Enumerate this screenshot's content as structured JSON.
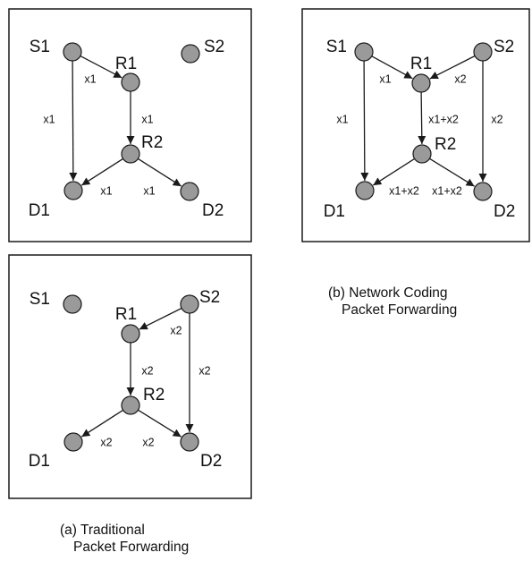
{
  "panels": [
    {
      "key": "a_top",
      "nodes": [
        {
          "id": "S1",
          "label": "S1"
        },
        {
          "id": "S2",
          "label": "S2"
        },
        {
          "id": "R1",
          "label": "R1"
        },
        {
          "id": "R2",
          "label": "R2"
        },
        {
          "id": "D1",
          "label": "D1"
        },
        {
          "id": "D2",
          "label": "D2"
        }
      ],
      "edges": [
        {
          "from": "S1",
          "to": "R1",
          "label": "x1"
        },
        {
          "from": "S1",
          "to": "D1",
          "label": "x1"
        },
        {
          "from": "R1",
          "to": "R2",
          "label": "x1"
        },
        {
          "from": "R2",
          "to": "D1",
          "label": "x1"
        },
        {
          "from": "R2",
          "to": "D2",
          "label": "x1"
        }
      ]
    },
    {
      "key": "b",
      "nodes": [
        {
          "id": "S1",
          "label": "S1"
        },
        {
          "id": "S2",
          "label": "S2"
        },
        {
          "id": "R1",
          "label": "R1"
        },
        {
          "id": "R2",
          "label": "R2"
        },
        {
          "id": "D1",
          "label": "D1"
        },
        {
          "id": "D2",
          "label": "D2"
        }
      ],
      "edges": [
        {
          "from": "S1",
          "to": "R1",
          "label": "x1"
        },
        {
          "from": "S2",
          "to": "R1",
          "label": "x2"
        },
        {
          "from": "S1",
          "to": "D1",
          "label": "x1"
        },
        {
          "from": "S2",
          "to": "D2",
          "label": "x2"
        },
        {
          "from": "R1",
          "to": "R2",
          "label": "x1+x2"
        },
        {
          "from": "R2",
          "to": "D1",
          "label": "x1+x2"
        },
        {
          "from": "R2",
          "to": "D2",
          "label": "x1+x2"
        }
      ]
    },
    {
      "key": "a_bottom",
      "nodes": [
        {
          "id": "S1",
          "label": "S1"
        },
        {
          "id": "S2",
          "label": "S2"
        },
        {
          "id": "R1",
          "label": "R1"
        },
        {
          "id": "R2",
          "label": "R2"
        },
        {
          "id": "D1",
          "label": "D1"
        },
        {
          "id": "D2",
          "label": "D2"
        }
      ],
      "edges": [
        {
          "from": "S2",
          "to": "R1",
          "label": "x2"
        },
        {
          "from": "S2",
          "to": "D2",
          "label": "x2"
        },
        {
          "from": "R1",
          "to": "R2",
          "label": "x2"
        },
        {
          "from": "R2",
          "to": "D1",
          "label": "x2"
        },
        {
          "from": "R2",
          "to": "D2",
          "label": "x2"
        }
      ]
    }
  ],
  "captions": {
    "a": {
      "line1": "(a) Traditional",
      "line2": "Packet Forwarding"
    },
    "b": {
      "line1": "(b) Network Coding",
      "line2": "Packet Forwarding"
    }
  }
}
